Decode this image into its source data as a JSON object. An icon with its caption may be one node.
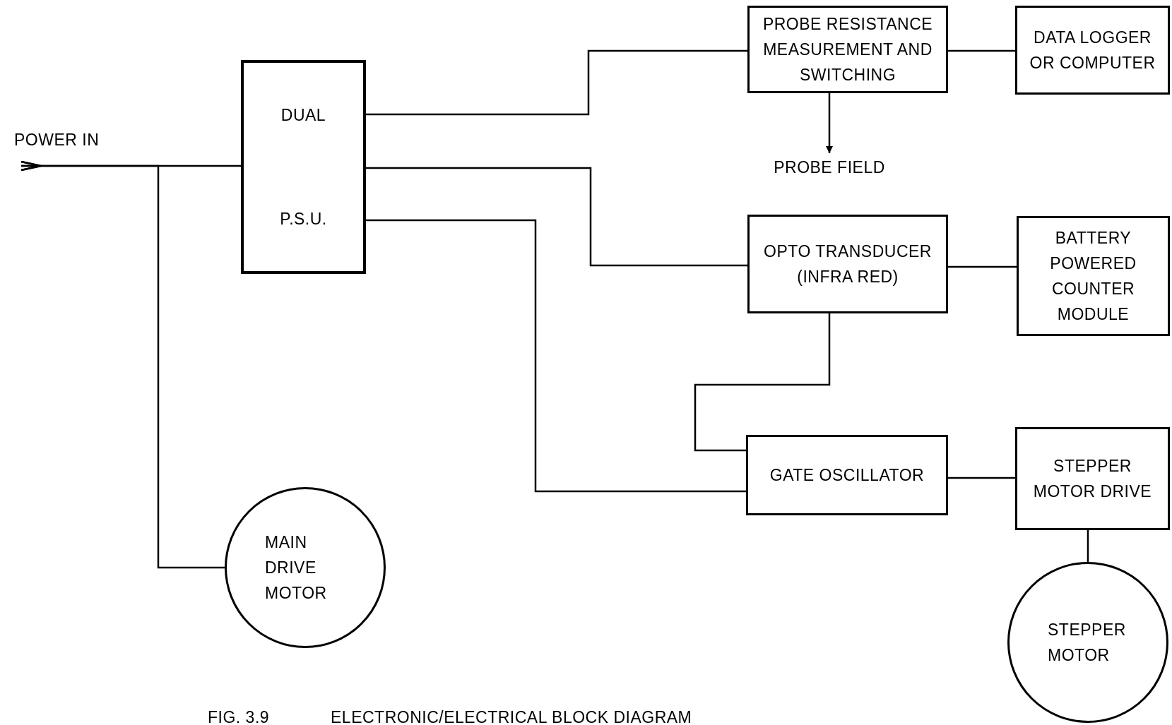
{
  "diagram": {
    "caption": "ELECTRONIC/ELECTRICAL BLOCK DIAGRAM",
    "nodes": [
      {
        "text": [
          "DUAL",
          "P.S.U."
        ]
      },
      {
        "text": [
          "PROBE RESISTANCE MEASUREMENT AND SWITCHING"
        ]
      },
      {
        "text": [
          "DATA LOGGER OR COMPUTER"
        ]
      },
      {
        "text": [
          "PROBE FIELD"
        ]
      },
      {
        "text": [
          "OPTO TRANSDUCER (INFRA RED)"
        ]
      },
      {
        "text": [
          "BATTERY POWERED COUNTER MODULE"
        ]
      },
      {
        "text": [
          "GATE OSCILLATOR"
        ]
      },
      {
        "text": [
          "STEPPER MOTOR DRIVE"
        ]
      },
      {
        "text": [
          "MAIN DRIVE MOTOR"
        ]
      },
      {
        "text": [
          "STEPPER MOTOR"
        ]
      },
      {
        "text": [
          "POWER IN"
        ]
      }
    ],
    "edges": [
      {
        "from": 0,
        "to": 10,
        "arrow": "other"
      },
      {
        "from": 8,
        "to": 10,
        "arrow": "other"
      },
      {
        "from": 0,
        "to": 1,
        "arrow": "none"
      },
      {
        "from": 0,
        "to": 4,
        "arrow": "none"
      },
      {
        "from": 0,
        "to": 6,
        "arrow": "none"
      },
      {
        "from": 1,
        "to": 2,
        "arrow": "none"
      },
      {
        "from": 1,
        "to": 3,
        "arrow": "to"
      },
      {
        "from": 4,
        "to": 5,
        "arrow": "none"
      },
      {
        "from": 4,
        "to": 6,
        "arrow": "none"
      },
      {
        "from": 6,
        "to": 7,
        "arrow": "none"
      },
      {
        "from": 7,
        "to": 9,
        "arrow": "none"
      }
    ],
    "labels": [
      "FIG. 3.9"
    ]
  }
}
